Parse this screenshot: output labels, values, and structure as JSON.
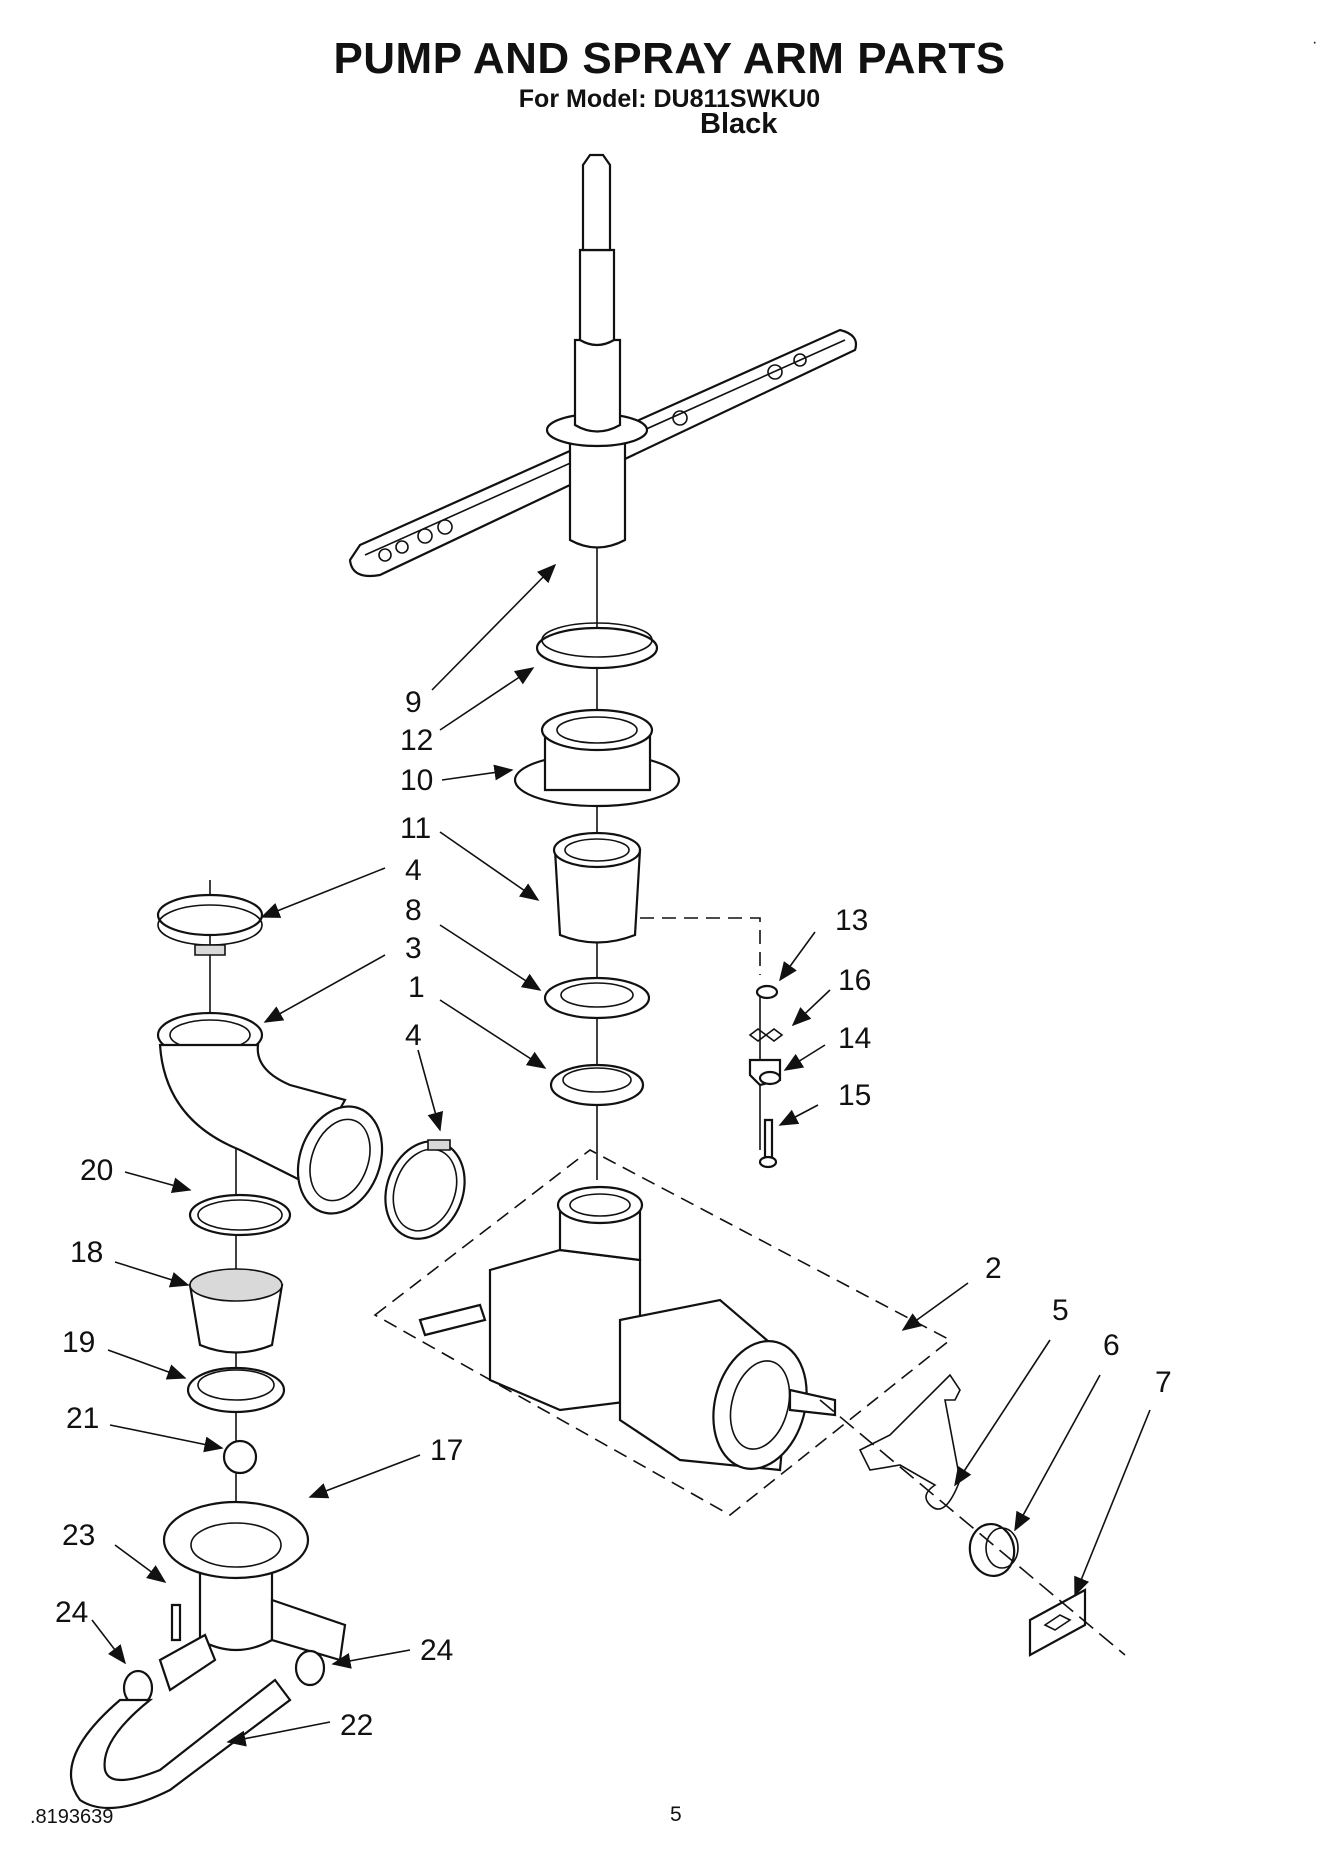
{
  "header": {
    "title": "PUMP AND SPRAY ARM PARTS",
    "model_line": "For Model: DU811SWKU0",
    "color": "Black"
  },
  "footer": {
    "doc_number": ".8193639",
    "page_number": "5",
    "corner_mark": "·"
  },
  "callouts": {
    "c9": "9",
    "c12": "12",
    "c10": "10",
    "c11": "11",
    "c4a": "4",
    "c8": "8",
    "c3": "3",
    "c1": "1",
    "c4b": "4",
    "c13": "13",
    "c16": "16",
    "c14": "14",
    "c15": "15",
    "c20": "20",
    "c18": "18",
    "c19": "19",
    "c21": "21",
    "c17": "17",
    "c23": "23",
    "c24a": "24",
    "c24b": "24",
    "c22": "22",
    "c2": "2",
    "c5": "5",
    "c6": "6",
    "c7": "7"
  }
}
